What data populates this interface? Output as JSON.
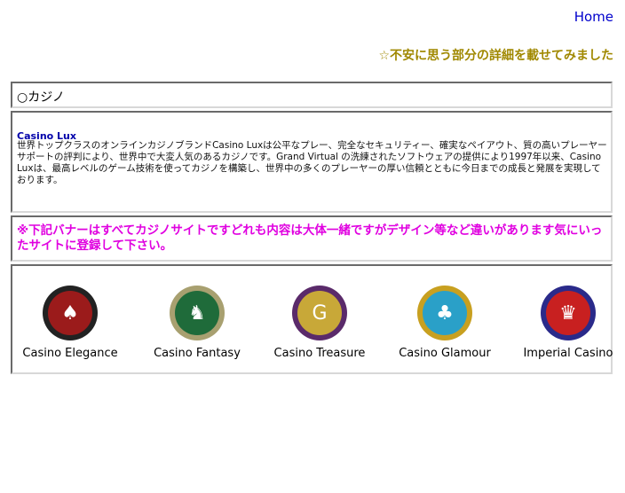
{
  "header": {
    "home_label": "Home",
    "subtitle": "☆不安に思う部分の詳細を載せてみました"
  },
  "section": {
    "title": "○カジノ"
  },
  "casino_lux": {
    "name": "Casino Lux",
    "description": "世界トップクラスのオンラインカジノブランドCasino Luxは公平なプレー、完全なセキュリティー、確実なペイアウト、質の高いプレーヤーサポートの評判により、世界中で大変人気のあるカジノです。Grand Virtual の洗練されたソフトウェアの提供により1997年以来、Casino Luxは、最高レベルのゲーム技術を使ってカジノを構築し、世界中の多くのプレーヤーの厚い信頼とともに今日までの成長と発展を実現しております。"
  },
  "notice": {
    "text": "※下記バナーはすべてカジノサイトですどれも内容は大体一緒ですがデザイン等など違いがあります気にいったサイトに登録して下さい。"
  },
  "banners": [
    {
      "label": "Casino Elegance",
      "icon": "elegance-logo-icon",
      "ring": "#222222",
      "fill": "#9b1b1b",
      "glyph": "♠"
    },
    {
      "label": "Casino Fantasy",
      "icon": "unicorn-logo-icon",
      "ring": "#a8a070",
      "fill": "#1f6b3a",
      "glyph": "♞"
    },
    {
      "label": "Casino Treasure",
      "icon": "treasure-logo-icon",
      "ring": "#5a2a6a",
      "fill": "#c8a838",
      "glyph": "G"
    },
    {
      "label": "Casino Glamour",
      "icon": "glamour-logo-icon",
      "ring": "#c8a020",
      "fill": "#2aa0c8",
      "glyph": "♣"
    },
    {
      "label": "Imperial Casino",
      "icon": "imperial-logo-icon",
      "ring": "#2a2a8a",
      "fill": "#c82020",
      "glyph": "♛"
    }
  ]
}
